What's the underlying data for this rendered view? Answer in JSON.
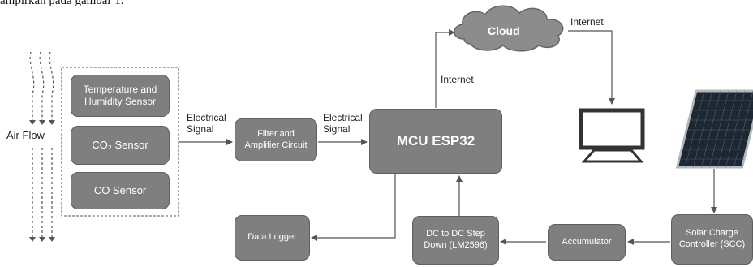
{
  "top_text": "ampirkan pada gambar 1.",
  "air_flow": "Air Flow",
  "sensors": [
    "Temperature and Humidity Sensor",
    "CO₂ Sensor",
    "CO Sensor"
  ],
  "signal_1": {
    "line1": "Electrical",
    "line2": "Signal"
  },
  "filter": "Filter and Amplifier Circuit",
  "signal_2": {
    "line1": "Electrical",
    "line2": "Signal"
  },
  "mcu": "MCU ESP32",
  "cloud": "Cloud",
  "internet_left": "Internet",
  "internet_right": "Internet",
  "data_logger": "Data Logger",
  "dcdc": "DC to DC Step Down (LM2596)",
  "accumulator": "Accumulator",
  "scc": "Solar Charge Controller (SCC)",
  "colors": {
    "box_fill": "#7f7f7f",
    "box_border": "#5f5f5f",
    "line": "#555555"
  }
}
